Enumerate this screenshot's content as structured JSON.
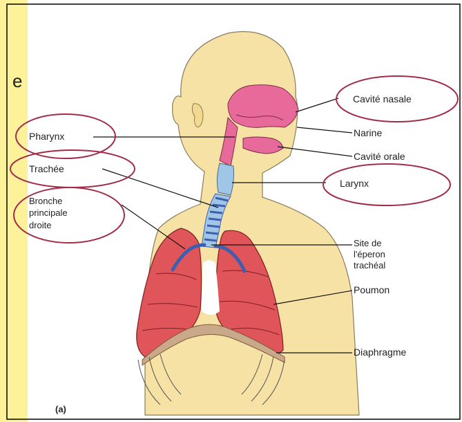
{
  "page_fragment": "e",
  "panel_label": "(a)",
  "labels": {
    "cavite_nasale": "Cavité nasale",
    "narine": "Narine",
    "cavite_orale": "Cavité orale",
    "larynx": "Larynx",
    "pharynx": "Pharynx",
    "trachee": "Trachée",
    "bronche": [
      "Bronche",
      "principale",
      "droite"
    ],
    "eperon": [
      "Site de",
      "l'éperon",
      "trachéal"
    ],
    "poumon": "Poumon",
    "diaphragme": "Diaphragme"
  },
  "colors": {
    "skin": "#f6e2a4",
    "skin_outline": "#8a7a5a",
    "lung": "#e0555a",
    "nasal": "#e86a9a",
    "airway": "#9fc6e6",
    "bronchi": "#3f5fae",
    "circle": "#a22c48",
    "left_strip": "#fdf19a",
    "diaphragm": "#caa88a"
  }
}
